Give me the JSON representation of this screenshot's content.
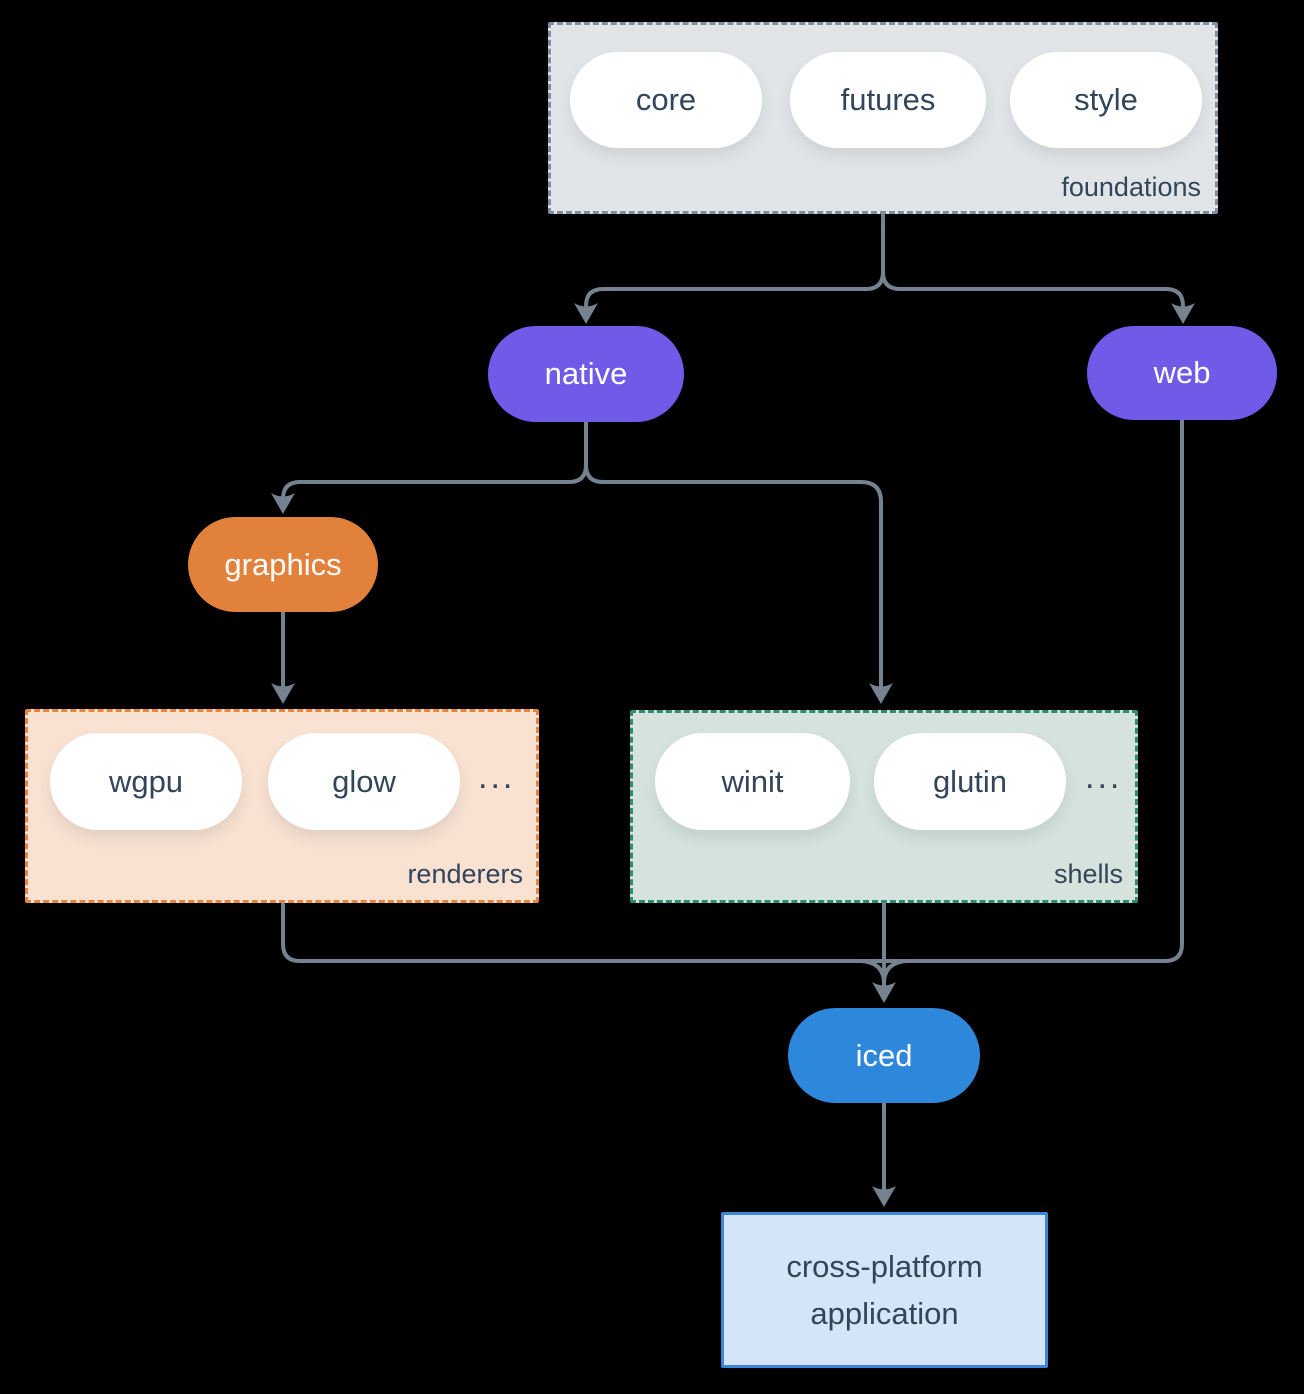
{
  "groups": {
    "foundations": {
      "label": "foundations",
      "items": [
        "core",
        "futures",
        "style"
      ]
    },
    "renderers": {
      "label": "renderers",
      "items": [
        "wgpu",
        "glow"
      ],
      "more": "..."
    },
    "shells": {
      "label": "shells",
      "items": [
        "winit",
        "glutin"
      ],
      "more": "..."
    }
  },
  "nodes": {
    "native": "native",
    "web": "web",
    "graphics": "graphics",
    "iced": "iced",
    "application": "cross-platform application"
  },
  "colors": {
    "background": "#000000",
    "edge": "#75828F",
    "node_text": "#32455A",
    "pill_background": "#FFFFFF",
    "purple_node": "#6F5BE8",
    "orange_node": "#E2813B",
    "blue_node": "#2D87DB",
    "foundations_background": "#E2E5E8",
    "foundations_border": "#7E8FA0",
    "renderers_background": "#F9E2D2",
    "renderers_border": "#E8853D",
    "shells_background": "#D5E3DC",
    "shells_border": "#2E8B76",
    "application_background": "#D3E5F7",
    "application_border": "#3A87D9"
  }
}
